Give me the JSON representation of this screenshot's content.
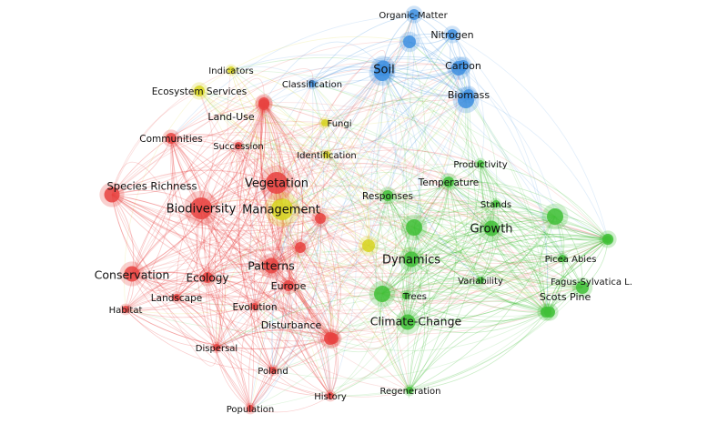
{
  "colors": {
    "red": "#e8423f",
    "green": "#3fbf36",
    "blue": "#3e8fe0",
    "yellow": "#d7d521",
    "label": "#111111"
  },
  "nodes": [
    {
      "id": "organic-matter",
      "label": "Organic-Matter",
      "cluster": "blue",
      "weight": 2
    },
    {
      "id": "nitrogen",
      "label": "Nitrogen",
      "cluster": "blue",
      "weight": 2
    },
    {
      "id": "carbon",
      "label": "Carbon",
      "cluster": "blue",
      "weight": 2
    },
    {
      "id": "soil",
      "label": "Soil",
      "cluster": "blue",
      "weight": 3
    },
    {
      "id": "biomass",
      "label": "Biomass",
      "cluster": "blue",
      "weight": 2
    },
    {
      "id": "classification",
      "label": "Classification",
      "cluster": "blue",
      "weight": 1
    },
    {
      "id": "indicators",
      "label": "Indicators",
      "cluster": "yellow",
      "weight": 1
    },
    {
      "id": "ecosystem-services",
      "label": "Ecosystem Services",
      "cluster": "yellow",
      "weight": 2
    },
    {
      "id": "fungi",
      "label": "Fungi",
      "cluster": "yellow",
      "weight": 1
    },
    {
      "id": "identification",
      "label": "Identification",
      "cluster": "yellow",
      "weight": 1
    },
    {
      "id": "management",
      "label": "Management",
      "cluster": "yellow",
      "weight": 4
    },
    {
      "id": "land-use",
      "label": "Land-Use",
      "cluster": "red",
      "weight": 2
    },
    {
      "id": "communities",
      "label": "Communities",
      "cluster": "red",
      "weight": 2
    },
    {
      "id": "succession",
      "label": "Succession",
      "cluster": "red",
      "weight": 1
    },
    {
      "id": "species-richness",
      "label": "Species Richness",
      "cluster": "red",
      "weight": 3
    },
    {
      "id": "biodiversity",
      "label": "Biodiversity",
      "cluster": "red",
      "weight": 4
    },
    {
      "id": "vegetation",
      "label": "Vegetation",
      "cluster": "red",
      "weight": 4
    },
    {
      "id": "conservation",
      "label": "Conservation",
      "cluster": "red",
      "weight": 3
    },
    {
      "id": "ecology",
      "label": "Ecology",
      "cluster": "red",
      "weight": 2
    },
    {
      "id": "patterns",
      "label": "Patterns",
      "cluster": "red",
      "weight": 3
    },
    {
      "id": "europe",
      "label": "Europe",
      "cluster": "red",
      "weight": 2
    },
    {
      "id": "landscape",
      "label": "Landscape",
      "cluster": "red",
      "weight": 1
    },
    {
      "id": "evolution",
      "label": "Evolution",
      "cluster": "red",
      "weight": 1
    },
    {
      "id": "habitat",
      "label": "Habitat",
      "cluster": "red",
      "weight": 1
    },
    {
      "id": "disturbance",
      "label": "Disturbance",
      "cluster": "red",
      "weight": 2
    },
    {
      "id": "dispersal",
      "label": "Dispersal",
      "cluster": "red",
      "weight": 1
    },
    {
      "id": "poland",
      "label": "Poland",
      "cluster": "red",
      "weight": 1
    },
    {
      "id": "population",
      "label": "Population",
      "cluster": "red",
      "weight": 1
    },
    {
      "id": "history",
      "label": "History",
      "cluster": "red",
      "weight": 1
    },
    {
      "id": "productivity",
      "label": "Productivity",
      "cluster": "green",
      "weight": 1
    },
    {
      "id": "temperature",
      "label": "Temperature",
      "cluster": "green",
      "weight": 2
    },
    {
      "id": "responses",
      "label": "Responses",
      "cluster": "green",
      "weight": 2
    },
    {
      "id": "stands",
      "label": "Stands",
      "cluster": "green",
      "weight": 1
    },
    {
      "id": "growth",
      "label": "Growth",
      "cluster": "green",
      "weight": 3
    },
    {
      "id": "dynamics",
      "label": "Dynamics",
      "cluster": "green",
      "weight": 3
    },
    {
      "id": "picea-abies",
      "label": "Picea Abies",
      "cluster": "green",
      "weight": 1
    },
    {
      "id": "variability",
      "label": "Variability",
      "cluster": "green",
      "weight": 1
    },
    {
      "id": "fagus-sylvatica",
      "label": "Fagus-Sylvatica L.",
      "cluster": "green",
      "weight": 1
    },
    {
      "id": "trees",
      "label": "Trees",
      "cluster": "green",
      "weight": 1
    },
    {
      "id": "scots-pine",
      "label": "Scots Pine",
      "cluster": "green",
      "weight": 2
    },
    {
      "id": "climate-change",
      "label": "Climate-Change",
      "cluster": "green",
      "weight": 3
    },
    {
      "id": "regeneration",
      "label": "Regeneration",
      "cluster": "green",
      "weight": 1
    }
  ]
}
